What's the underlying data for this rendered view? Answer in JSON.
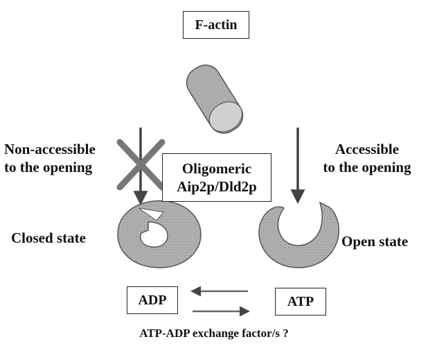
{
  "diagram": {
    "f_actin_label": "F-actin",
    "left_label_line1": "Non-accessible",
    "left_label_line2": "to the opening",
    "right_label_line1": "Accessible",
    "right_label_line2": "to the opening",
    "center_box_line1": "Oligomeric",
    "center_box_line2": "Aip2p/Dld2p",
    "closed_state_label": "Closed state",
    "open_state_label": "Open state",
    "adp_label": "ADP",
    "atp_label": "ATP",
    "exchange_label": "ATP-ADP exchange factor/s ?"
  },
  "colors": {
    "shape_fill": "#a8a8a8",
    "arrow": "#555555",
    "cross": "#777777"
  }
}
